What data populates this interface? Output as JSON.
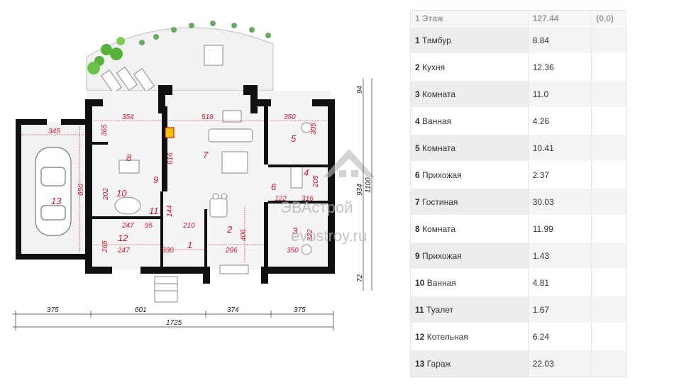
{
  "plan": {
    "rooms": [
      {
        "no": "1"
      },
      {
        "no": "2"
      },
      {
        "no": "3"
      },
      {
        "no": "4"
      },
      {
        "no": "5"
      },
      {
        "no": "6"
      },
      {
        "no": "7"
      },
      {
        "no": "8"
      },
      {
        "no": "9"
      },
      {
        "no": "10"
      },
      {
        "no": "11"
      },
      {
        "no": "12"
      },
      {
        "no": "13"
      }
    ],
    "inner_dims": [
      "345",
      "354",
      "518",
      "350",
      "305",
      "365",
      "616",
      "650",
      "202",
      "144",
      "247",
      "95",
      "210",
      "265",
      "247",
      "330",
      "296",
      "406",
      "122",
      "316",
      "205",
      "350",
      "322"
    ],
    "outer_dims": [
      "94",
      "934",
      "1100",
      "72",
      "375",
      "601",
      "374",
      "375",
      "1725"
    ],
    "watermark_line1": "ЭВАстрой",
    "watermark_line2": "evostroy.ru"
  },
  "table": {
    "header": {
      "floor": "1 Этаж",
      "total": "127.44",
      "extra": "(0.0)"
    },
    "rows": [
      {
        "num": "1",
        "name": "Тамбур",
        "area": "8.84"
      },
      {
        "num": "2",
        "name": "Кухня",
        "area": "12.36"
      },
      {
        "num": "3",
        "name": "Комната",
        "area": "11.0"
      },
      {
        "num": "4",
        "name": "Ванная",
        "area": "4.26"
      },
      {
        "num": "5",
        "name": "Комната",
        "area": "10.41"
      },
      {
        "num": "6",
        "name": "Прихожая",
        "area": "2.37"
      },
      {
        "num": "7",
        "name": "Гостиная",
        "area": "30.03"
      },
      {
        "num": "8",
        "name": "Комната",
        "area": "11.99"
      },
      {
        "num": "9",
        "name": "Прихожая",
        "area": "1.43"
      },
      {
        "num": "10",
        "name": "Ванная",
        "area": "4.81"
      },
      {
        "num": "11",
        "name": "Туалет",
        "area": "1.67"
      },
      {
        "num": "12",
        "name": "Котельная",
        "area": "6.24"
      },
      {
        "num": "13",
        "name": "Гараж",
        "area": "22.03"
      }
    ]
  }
}
